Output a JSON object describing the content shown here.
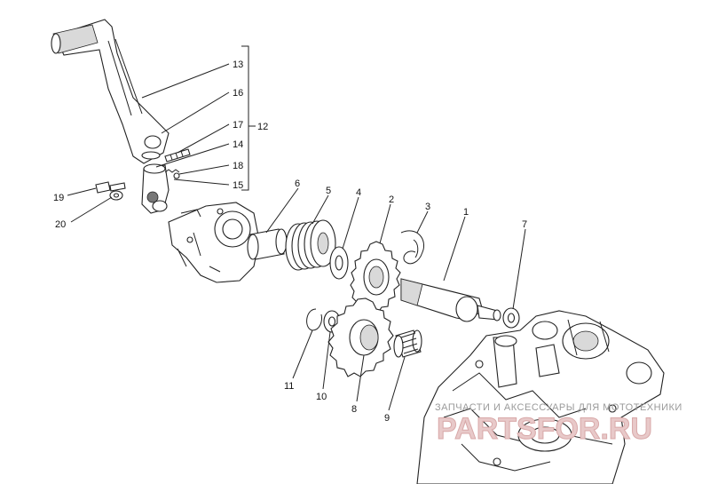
{
  "callouts": [
    {
      "id": "13",
      "text": "13"
    },
    {
      "id": "16a",
      "text": "16"
    },
    {
      "id": "17",
      "text": "17"
    },
    {
      "id": "14",
      "text": "14"
    },
    {
      "id": "18",
      "text": "18"
    },
    {
      "id": "15",
      "text": "15"
    },
    {
      "id": "12",
      "text": "12"
    },
    {
      "id": "19",
      "text": "19"
    },
    {
      "id": "20",
      "text": "20"
    },
    {
      "id": "6",
      "text": "6"
    },
    {
      "id": "5",
      "text": "5"
    },
    {
      "id": "4",
      "text": "4"
    },
    {
      "id": "2",
      "text": "2"
    },
    {
      "id": "3",
      "text": "3"
    },
    {
      "id": "1",
      "text": "1"
    },
    {
      "id": "7",
      "text": "7"
    },
    {
      "id": "11",
      "text": "11"
    },
    {
      "id": "10",
      "text": "10"
    },
    {
      "id": "8",
      "text": "8"
    },
    {
      "id": "9",
      "text": "9"
    }
  ],
  "watermark": {
    "caption": "ЗАПЧАСТИ И АКСЕССУАРЫ ДЛЯ МОТОТЕХНИКИ",
    "logo": "PARTSFOR.RU"
  }
}
